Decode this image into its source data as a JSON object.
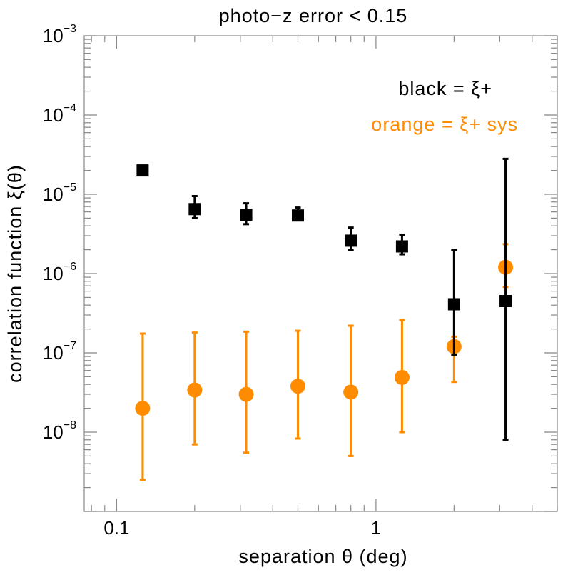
{
  "chart_data": {
    "type": "scatter",
    "title": "photo−z error < 0.15",
    "xlabel": "separation θ (deg)",
    "ylabel": "correlation function ξ(θ)",
    "xscale": "log",
    "yscale": "log",
    "xlim": [
      0.075,
      5.0
    ],
    "ylim": [
      1e-09,
      0.001
    ],
    "x_ticks": [
      {
        "value": 0.1,
        "label": "0.1"
      },
      {
        "value": 1,
        "label": "1"
      }
    ],
    "y_ticks": [
      {
        "value": 1e-08,
        "base": "10",
        "exp": "−8"
      },
      {
        "value": 1e-07,
        "base": "10",
        "exp": "−7"
      },
      {
        "value": 1e-06,
        "base": "10",
        "exp": "−6"
      },
      {
        "value": 1e-05,
        "base": "10",
        "exp": "−5"
      },
      {
        "value": 0.0001,
        "base": "10",
        "exp": "−4"
      },
      {
        "value": 0.001,
        "base": "10",
        "exp": "−3"
      }
    ],
    "legend": {
      "placement": "top-right",
      "entries": [
        {
          "text": "black = ξ+",
          "color": "#000000"
        },
        {
          "text": "orange = ξ+ sys",
          "color": "#ff8c00"
        }
      ]
    },
    "series": [
      {
        "name": "ξ+",
        "color": "#000000",
        "marker": "square",
        "x": [
          0.126,
          0.2,
          0.316,
          0.5,
          0.8,
          1.26,
          2.0,
          3.16
        ],
        "y": [
          2e-05,
          6.5e-06,
          5.5e-06,
          5.4e-06,
          2.6e-06,
          2.2e-06,
          4.1e-07,
          4.5e-07
        ],
        "y_lower": [
          1.85e-05,
          5e-06,
          4.2e-06,
          4.7e-06,
          2e-06,
          1.75e-06,
          9.5e-08,
          8e-09
        ],
        "y_upper": [
          2.2e-05,
          9.5e-06,
          7.7e-06,
          6.8e-06,
          3.8e-06,
          3.1e-06,
          2e-06,
          2.8e-05
        ]
      },
      {
        "name": "ξ+ sys",
        "color": "#ff8c00",
        "marker": "circle",
        "x": [
          0.126,
          0.2,
          0.316,
          0.5,
          0.8,
          1.26,
          2.0,
          3.16
        ],
        "y": [
          2e-08,
          3.4e-08,
          3e-08,
          3.8e-08,
          3.2e-08,
          4.9e-08,
          1.2e-07,
          1.2e-06
        ],
        "y_lower": [
          2.5e-09,
          7e-09,
          5.5e-09,
          8.3e-09,
          5e-09,
          1e-08,
          4.3e-08,
          6.8e-07
        ],
        "y_upper": [
          1.75e-07,
          1.8e-07,
          1.85e-07,
          1.9e-07,
          2.2e-07,
          2.6e-07,
          1.6e-07,
          2.35e-06
        ]
      }
    ]
  }
}
